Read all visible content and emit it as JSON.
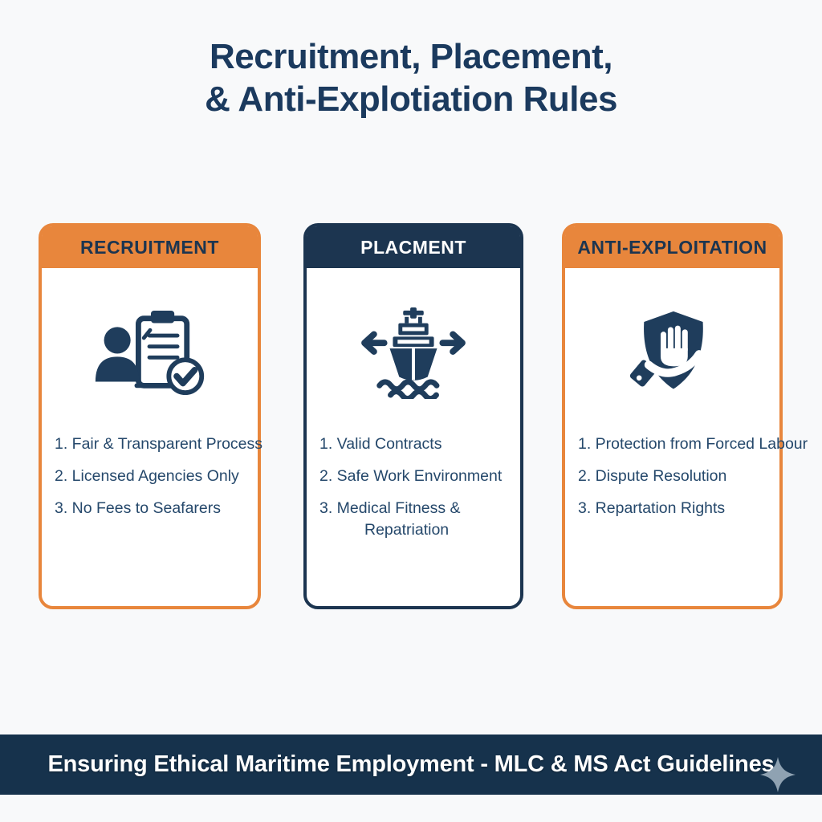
{
  "title": {
    "line1": "Recruitment, Placement,",
    "line2": "& Anti-Explotiation Rules"
  },
  "cards": [
    {
      "header": "RECRUITMENT",
      "accent": "#E8863C",
      "header_text_color": "#1C3550",
      "icon": "person-clipboard-check-icon",
      "items": [
        "1. Fair & Transparent Process",
        "2. Licensed Agencies Only",
        "3. No Fees to Seafarers"
      ]
    },
    {
      "header": "PLACMENT",
      "accent": "#1C3550",
      "header_text_color": "#FFFFFF",
      "icon": "ship-transfer-arrows-icon",
      "items": [
        "1. Valid Contracts",
        "2. Safe Work Environment",
        "3. Medical Fitness & Repatriation"
      ]
    },
    {
      "header": "ANTI-EXPLOITATION",
      "accent": "#E8863C",
      "header_text_color": "#1C3550",
      "icon": "shield-hand-protection-icon",
      "items": [
        "1. Protection from Forced Labour",
        "2. Dispute Resolution",
        "3. Repartation Rights"
      ]
    }
  ],
  "banner": {
    "text": "Ensuring Ethical Maritime Employment - MLC & MS Act Guidelines",
    "sparkle_icon": "four-point-sparkle-icon"
  },
  "colors": {
    "background": "#F8F9FA",
    "orange_accent": "#E8863C",
    "navy_accent": "#1C3550",
    "banner_navy": "#16324C",
    "title_navy": "#1B3A5E",
    "list_text_navy": "#25486B",
    "icon_navy": "#1F3D5C",
    "sparkle_gray": "#8FA2B2"
  }
}
